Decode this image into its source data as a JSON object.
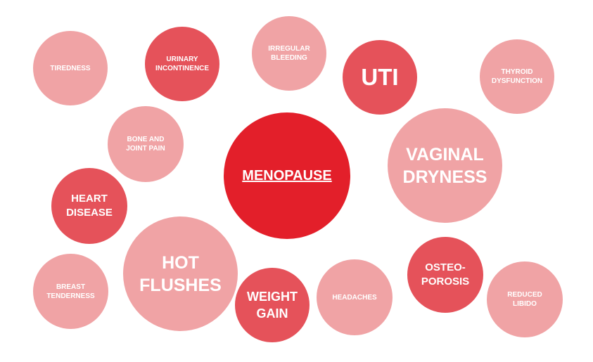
{
  "diagram": {
    "center": {
      "label": "MENOPAUSE"
    },
    "symptoms": {
      "tiredness": "TIREDNESS",
      "urinary_incontinence": "URINARY INCONTINENCE",
      "irregular_bleeding": "IRREGULAR BLEEDING",
      "uti": "UTI",
      "thyroid_dysfunction": "THYROID DYSFUNCTION",
      "bone_and_joint_pain": "BONE AND JOINT PAIN",
      "vaginal_dryness": "VAGINAL DRYNESS",
      "heart_disease": "HEART DISEASE",
      "hot_flushes": "HOT FLUSHES",
      "breast_tenderness": "BREAST TENDERNESS",
      "weight_gain": "WEIGHT GAIN",
      "headaches": "HEADACHES",
      "osteoporosis": "OSTEO-POROSIS",
      "reduced_libido": "REDUCED LIBIDO"
    },
    "colors": {
      "hub": "#e31f2a",
      "mid": "#e5525a",
      "light": "#f0a3a5",
      "text": "#ffffff"
    }
  }
}
